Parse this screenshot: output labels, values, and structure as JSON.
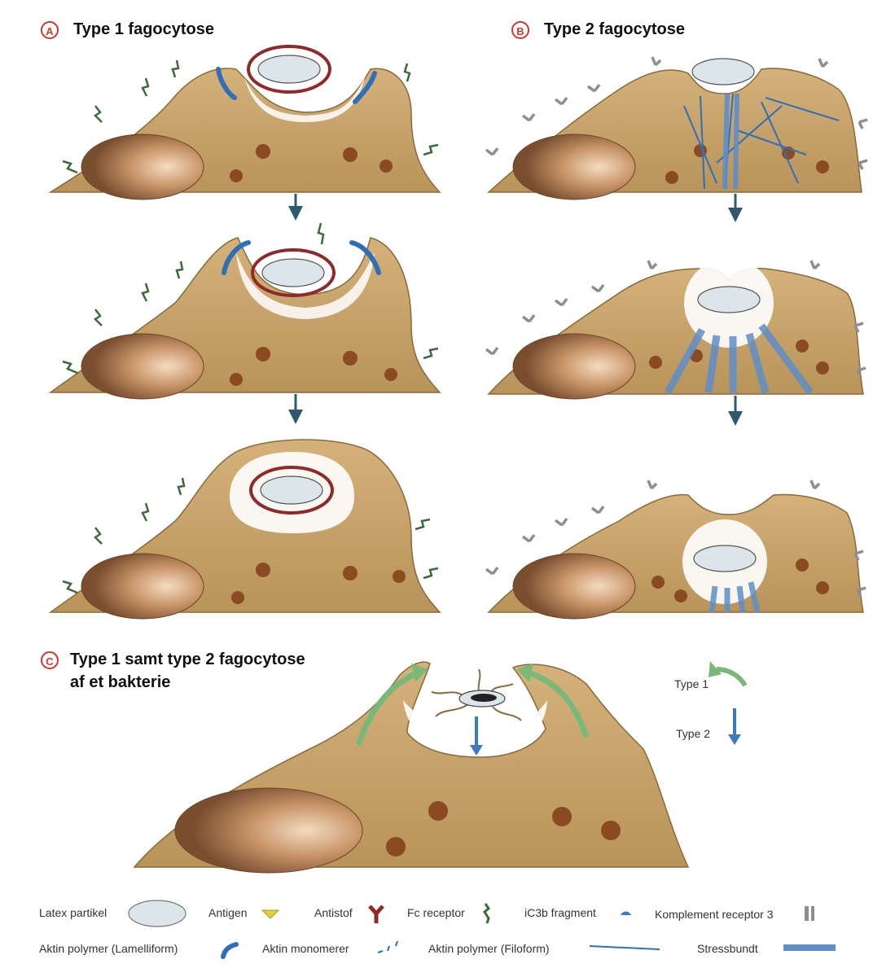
{
  "panels": {
    "a": {
      "badge": "A",
      "title": "Type 1 fagocytose"
    },
    "b": {
      "badge": "B",
      "title": "Type 2 fagocytose"
    },
    "c": {
      "badge": "C",
      "title_line1": "Type 1 samt type 2 fagocytose",
      "title_line2": "af et bakterie"
    }
  },
  "side_legend": {
    "type1": "Type 1",
    "type2": "Type 2"
  },
  "legend": {
    "latex": "Latex partikel",
    "antigen": "Antigen",
    "antistof": "Antistof",
    "fc_receptor": "Fc receptor",
    "ic3b": "iC3b fragment",
    "komplement": "Komplement receptor 3",
    "lamelliform": "Aktin polymer (Lamelliform)",
    "monomerer": "Aktin monomerer",
    "filoform": "Aktin polymer (Filoform)",
    "stressbundt": "Stressbundt"
  },
  "colors": {
    "cell": "#c8a46a",
    "cell_dark": "#a8844a",
    "nucleus": "#8c5f3a",
    "granule": "#8a4a22",
    "latex": "#dce6ea",
    "antibody": "#8e2a2a",
    "antigen": "#e4d23c",
    "fc_receptor": "#3c6a3a",
    "complement": "#8e8e8e",
    "ic3b": "#3f79c0",
    "actin": "#2f6fb8",
    "stress": "#5f8ec8",
    "arrow_dark": "#2d5a6e",
    "arrow_green": "#7ab87a",
    "badge": "#d03a2a"
  }
}
